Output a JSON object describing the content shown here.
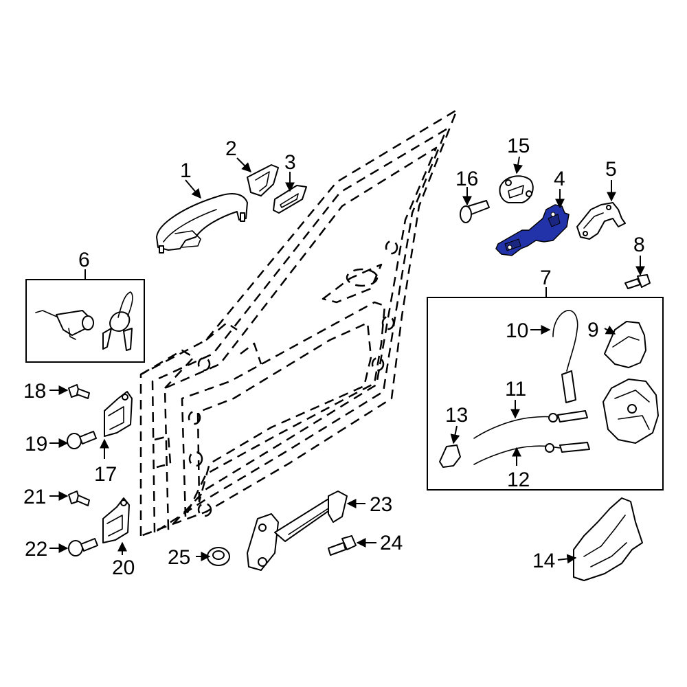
{
  "diagram": {
    "highlight_color": "#2233aa",
    "callouts": {
      "c1": "1",
      "c2": "2",
      "c3": "3",
      "c4": "4",
      "c5": "5",
      "c6": "6",
      "c7": "7",
      "c8": "8",
      "c9": "9",
      "c10": "10",
      "c11": "11",
      "c12": "12",
      "c13": "13",
      "c14": "14",
      "c15": "15",
      "c16": "16",
      "c17": "17",
      "c18": "18",
      "c19": "19",
      "c20": "20",
      "c21": "21",
      "c22": "22",
      "c23": "23",
      "c24": "24",
      "c25": "25"
    }
  }
}
